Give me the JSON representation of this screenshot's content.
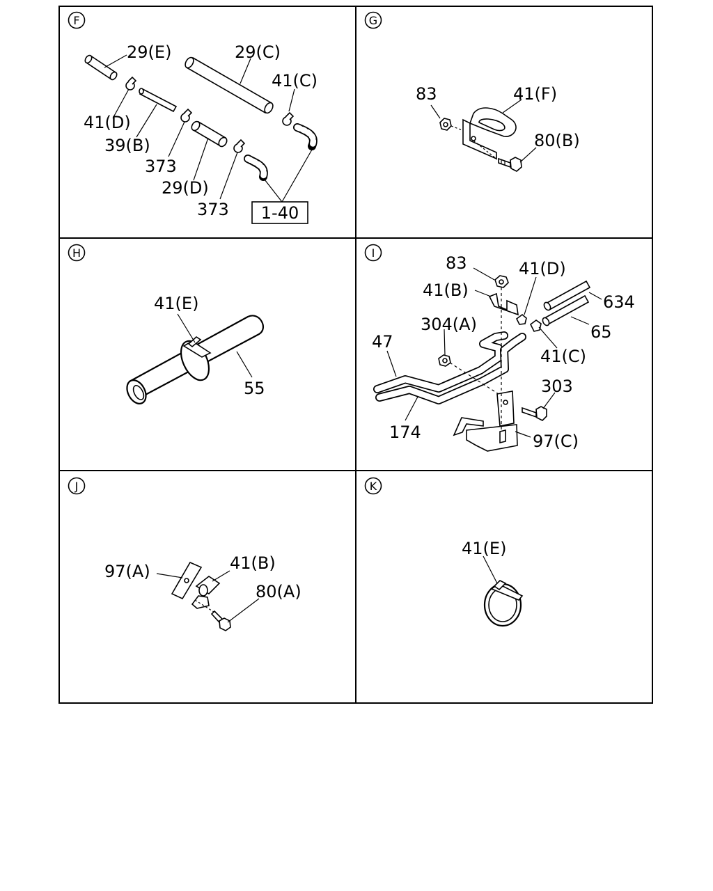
{
  "panels": {
    "F": {
      "id": "F",
      "labels": {
        "hose_29e": "29(E)",
        "hose_29c": "29(C)",
        "clamp_41c": "41(C)",
        "clamp_41d": "41(D)",
        "pipe_39b": "39(B)",
        "clamp_373_a": "373",
        "hose_29d": "29(D)",
        "clamp_373_b": "373",
        "ref_1_40": "1-40"
      }
    },
    "G": {
      "id": "G",
      "labels": {
        "nut_83": "83",
        "clip_41f": "41(F)",
        "bolt_80b": "80(B)"
      }
    },
    "H": {
      "id": "H",
      "labels": {
        "clamp_41e": "41(E)",
        "hose_55": "55"
      }
    },
    "I": {
      "id": "I",
      "labels": {
        "nut_83": "83",
        "clip_41d": "41(D)",
        "clip_41b": "41(B)",
        "hose_634": "634",
        "nut_304a": "304(A)",
        "hose_65": "65",
        "pipe_47": "47",
        "clip_41c": "41(C)",
        "bolt_303": "303",
        "pipe_174": "174",
        "bracket_97c": "97(C)"
      }
    },
    "J": {
      "id": "J",
      "labels": {
        "bracket_97a": "97(A)",
        "clip_41b": "41(B)",
        "bolt_80a": "80(A)"
      }
    },
    "K": {
      "id": "K",
      "labels": {
        "clamp_41e": "41(E)"
      }
    }
  }
}
